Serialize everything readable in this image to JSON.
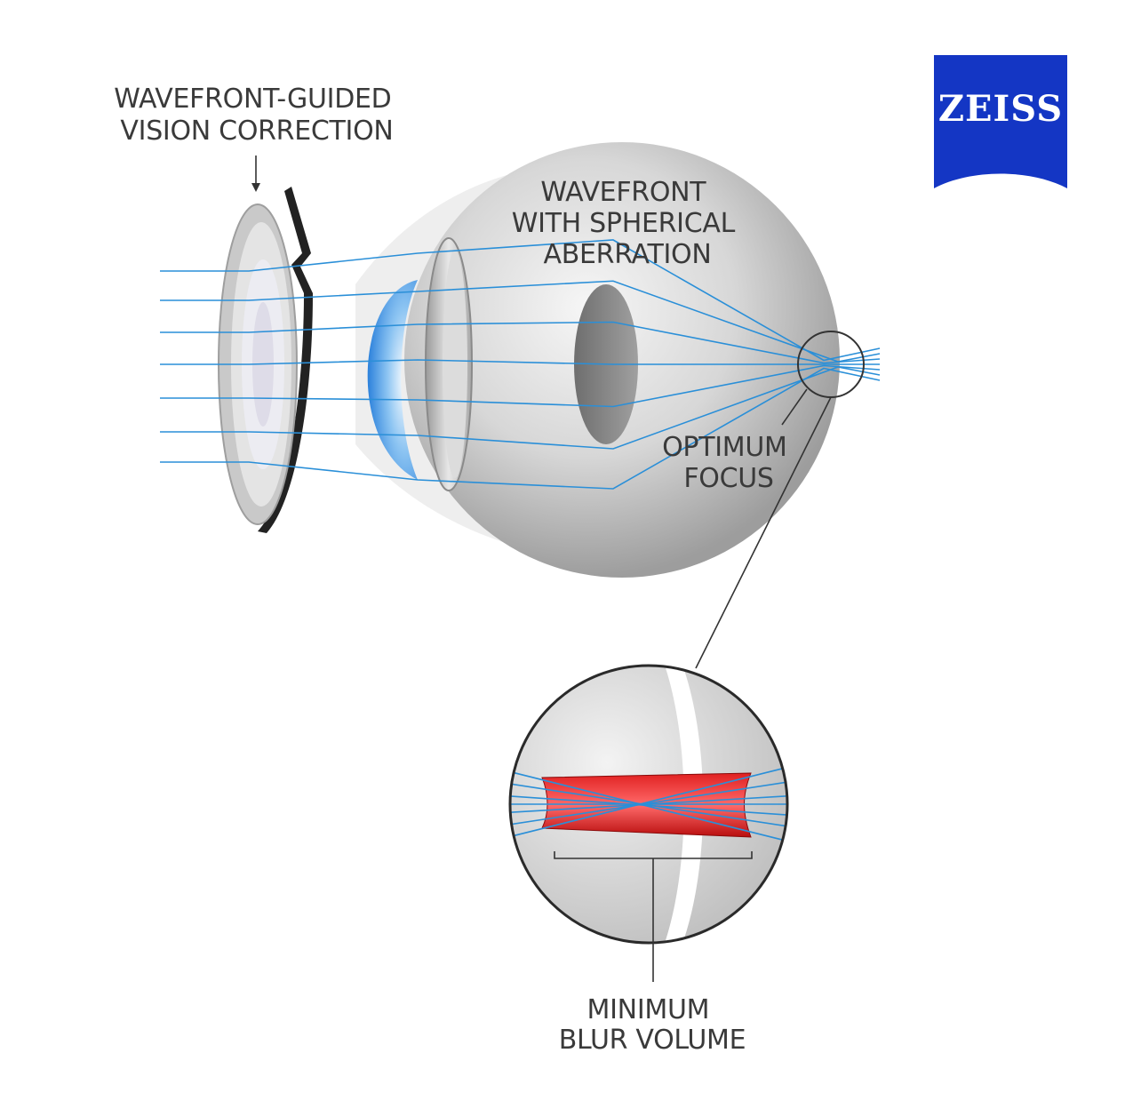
{
  "labels": {
    "wavefront_guided": [
      "WAVEFRONT-GUIDED",
      "VISION CORRECTION"
    ],
    "wavefront_aberration": [
      "WAVEFRONT",
      "WITH SPHERICAL",
      "ABERRATION"
    ],
    "optimum_focus": [
      "OPTIMUM",
      "FOCUS"
    ],
    "minimum_blur": [
      "MINIMUM",
      "BLUR VOLUME"
    ]
  },
  "logo": {
    "text": "ZEISS",
    "color": "#1436c4"
  },
  "colors": {
    "ray": "#2a8fd8",
    "blur_volume": "#d41616",
    "eye_gray": "#bdbdbd",
    "cornea_blue": "#2f8fe6",
    "line": "#333333"
  },
  "icons": [
    "down-arrow-icon"
  ]
}
